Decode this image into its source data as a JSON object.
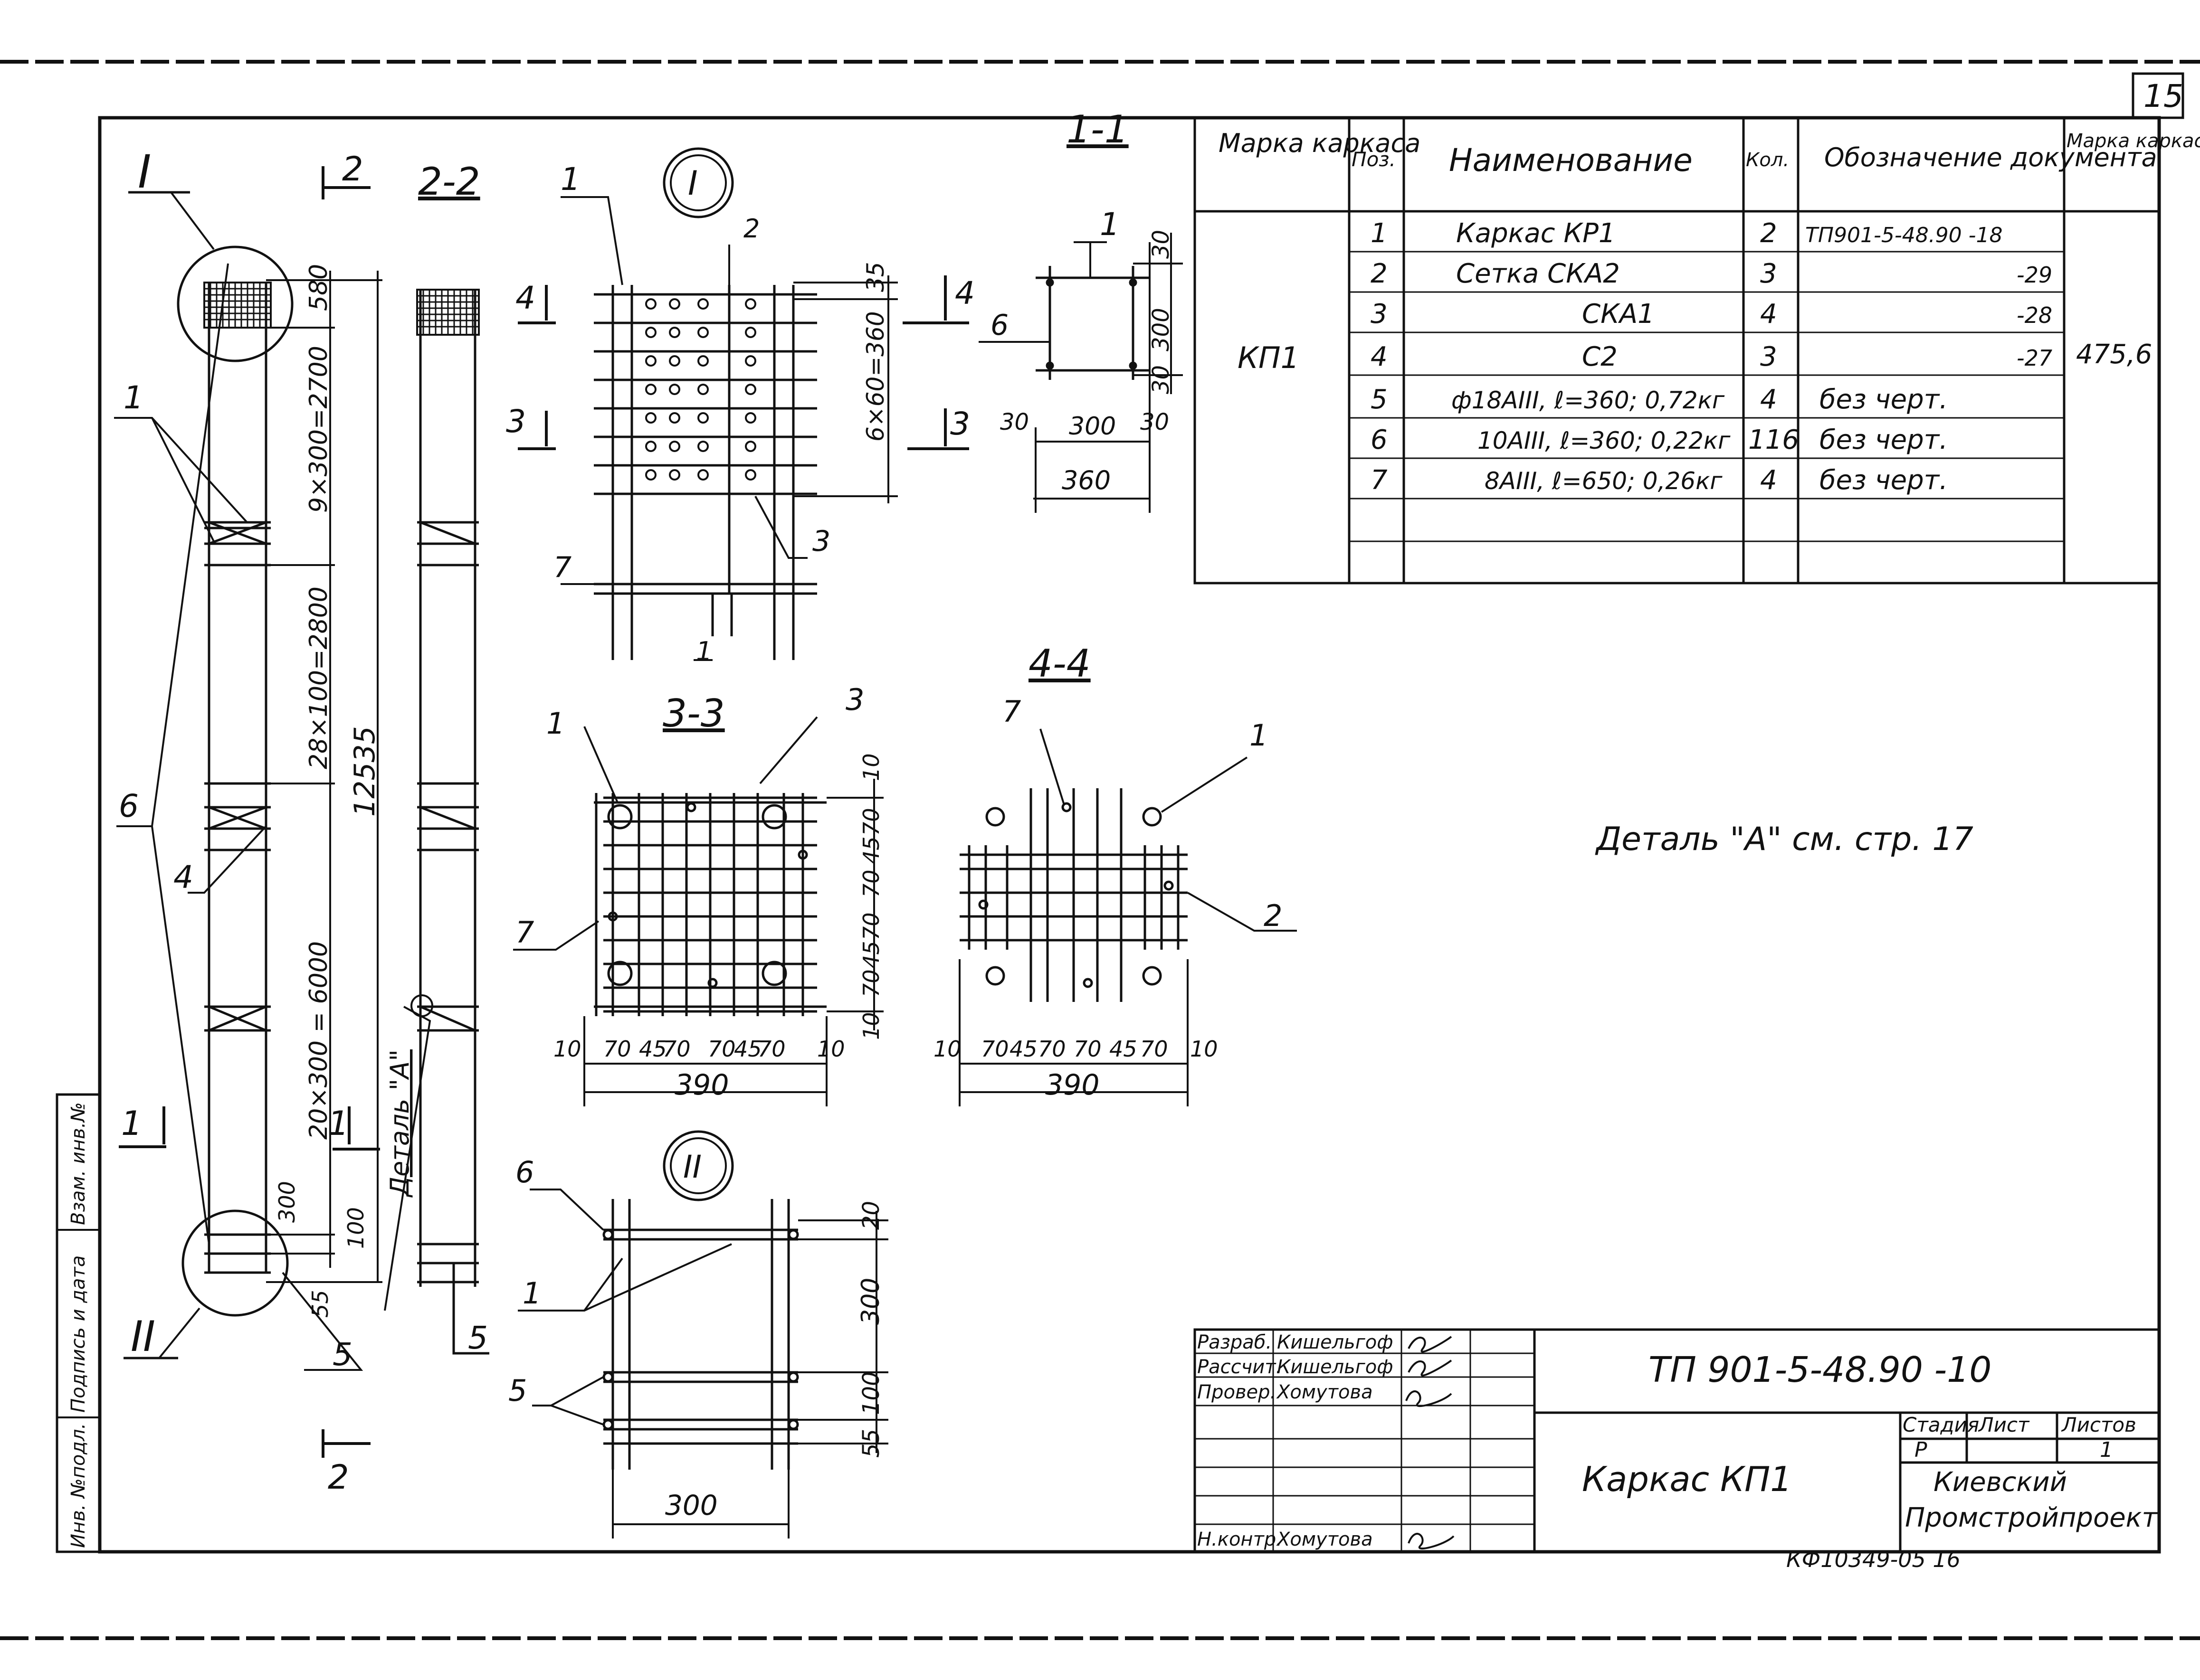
{
  "page_number": "15",
  "sections": {
    "view_2_2": "2-2",
    "view_1_1": "1-1",
    "view_3_3": "3-3",
    "view_4_4": "4-4",
    "detail_I": "I",
    "detail_II": "II",
    "callout_I": "I",
    "callout_II": "II",
    "cut_2": "2",
    "cut_1": "1",
    "cut_3": "3",
    "cut_4": "4"
  },
  "elevation": {
    "dim_top": "580",
    "dim_a": "9×300=2700",
    "dim_b": "28×100=2800",
    "dim_c": "20×300 = 6000",
    "dim_total": "12535",
    "dim_300": "300",
    "dim_100": "100",
    "dim_55": "55",
    "detail_a": "Деталь \"А\"",
    "pos_1": "1",
    "pos_4": "4",
    "pos_5": "5",
    "pos_6": "6",
    "pos_5b": "5"
  },
  "detail_I": {
    "dim_35": "35",
    "dim_6x60": "6×60=360",
    "pos_1": "1",
    "pos_2": "2",
    "pos_3": "3",
    "pos_7": "7",
    "pos_1b": "1"
  },
  "section_1_1": {
    "pos_1": "1",
    "pos_6": "6",
    "dim_30a": "30",
    "dim_300v": "300",
    "dim_30b": "30",
    "dim_30l": "30",
    "dim_300h": "300",
    "dim_30r": "30",
    "dim_360": "360"
  },
  "section_3_3": {
    "pos_1": "1",
    "pos_3": "3",
    "pos_7": "7",
    "dims_h": [
      "10",
      "70",
      "45",
      "70",
      "70",
      "45",
      "70",
      "10"
    ],
    "dims_v": [
      "10",
      "70",
      "45",
      "70",
      "70",
      "45",
      "70",
      "10"
    ],
    "total": "390"
  },
  "section_4_4": {
    "pos_7": "7",
    "pos_1": "1",
    "pos_2": "2",
    "dims_h": [
      "10",
      "70",
      "45",
      "70",
      "70",
      "45",
      "70",
      "10"
    ],
    "total": "390"
  },
  "detail_II": {
    "pos_6": "6",
    "pos_1": "1",
    "pos_5": "5",
    "dim_20": "20",
    "dim_300v": "300",
    "dim_100": "100",
    "dim_55": "55",
    "dim_300h": "300"
  },
  "note": "Деталь \"А\" см. стр. 17",
  "spec_table": {
    "headers": [
      "Марка каркаса",
      "Поз.",
      "Наименование",
      "Кол.",
      "Обозначение документа",
      "Марка каркаса кг"
    ],
    "mark": "КП1",
    "mass": "475,6",
    "rows": [
      {
        "pos": "1",
        "name": "Каркас КР1",
        "qty": "2",
        "doc": "ТП901-5-48.90 -18"
      },
      {
        "pos": "2",
        "name": "Сетка СКА2",
        "qty": "3",
        "doc": "-29"
      },
      {
        "pos": "3",
        "name": "СКА1",
        "qty": "4",
        "doc": "-28"
      },
      {
        "pos": "4",
        "name": "С2",
        "qty": "3",
        "doc": "-27"
      },
      {
        "pos": "5",
        "name": "ф18АIII, ℓ=360; 0,72кг",
        "qty": "4",
        "doc": "без черт."
      },
      {
        "pos": "6",
        "name": "10АIII, ℓ=360; 0,22кг",
        "qty": "116",
        "doc": "без черт."
      },
      {
        "pos": "7",
        "name": "8АIII, ℓ=650; 0,26кг",
        "qty": "4",
        "doc": "без черт."
      }
    ]
  },
  "title_block": {
    "roles": [
      "Разраб.",
      "Рассчит.",
      "Провер.",
      "Н.контр."
    ],
    "names": [
      "Кишельгоф",
      "Кишельгоф",
      "Хомутова",
      "Хомутова"
    ],
    "doc_code": "ТП 901-5-48.90 -10",
    "title": "Каркас КП1",
    "stage_h": "Стадия",
    "sheet_h": "Лист",
    "sheets_h": "Листов",
    "stage": "Р",
    "sheets": "1",
    "org": "Киевский Промстройпроект"
  },
  "side_stamp": [
    "Инв. №подл.",
    "Подпись и дата",
    "Взам. инв.№"
  ],
  "footer": "КФ10349-05   16"
}
